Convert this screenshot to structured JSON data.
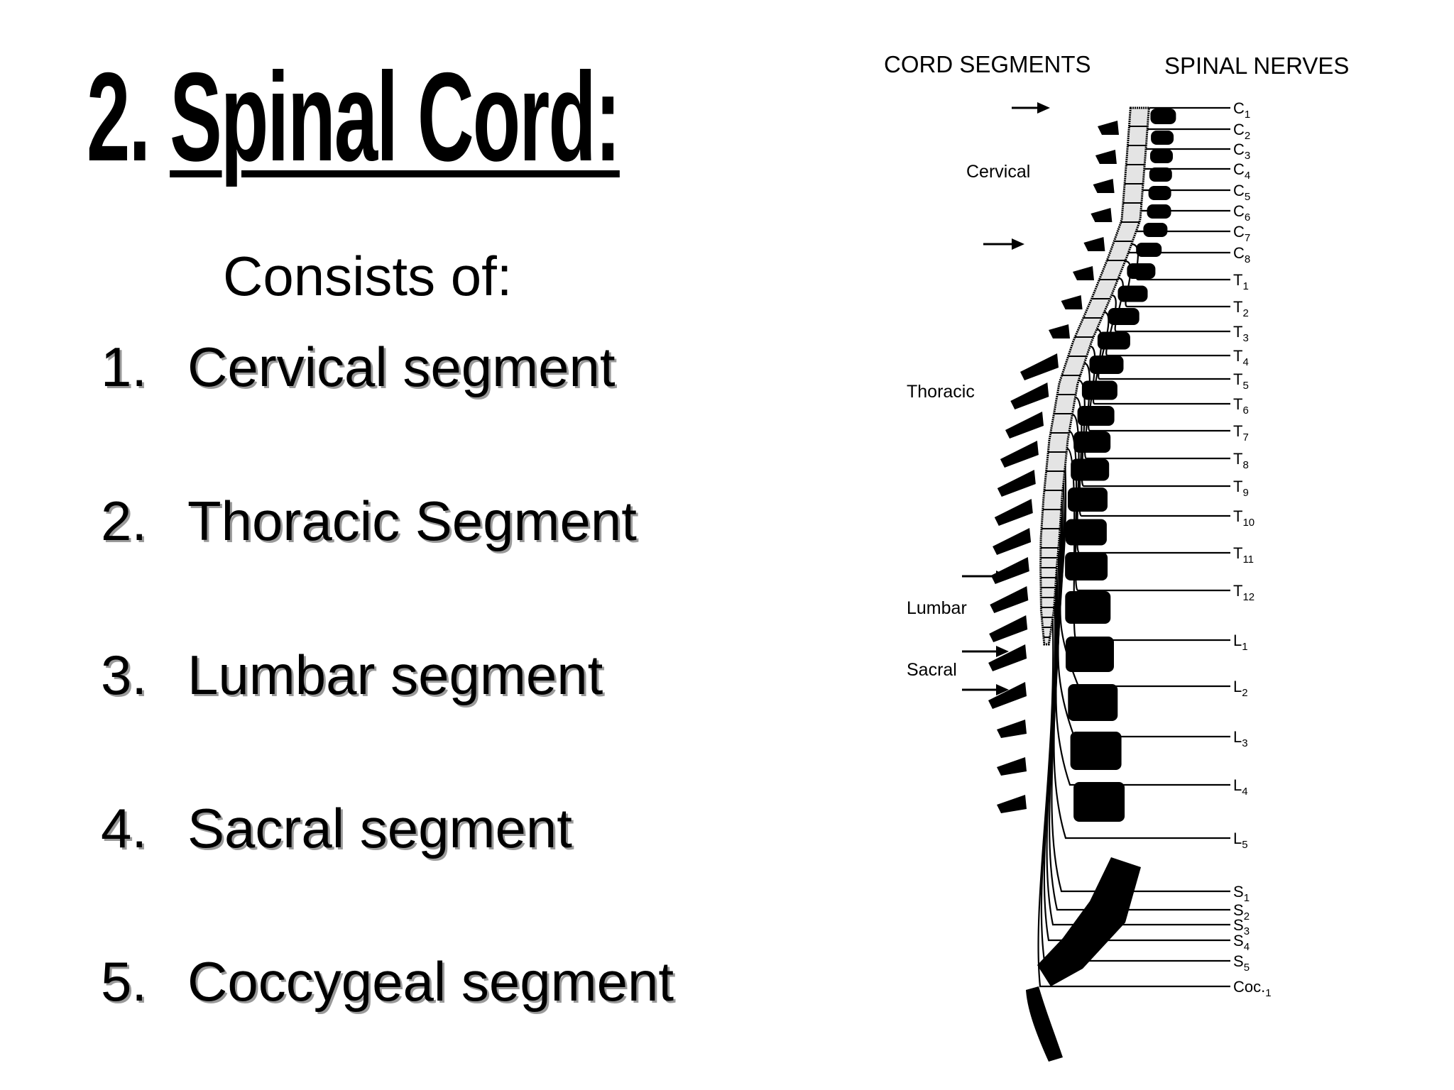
{
  "slide": {
    "title_number": "2.",
    "title_text": "Spinal Cord:",
    "subtitle": "Consists of:",
    "segments": [
      {
        "num": "1.",
        "label": "Cervical segment"
      },
      {
        "num": "2.",
        "label": "Thoracic Segment"
      },
      {
        "num": "3.",
        "label": "Lumbar segment"
      },
      {
        "num": "4.",
        "label": "Sacral segment"
      },
      {
        "num": "5.",
        "label": "Coccygeal segment"
      }
    ]
  },
  "diagram": {
    "headers": {
      "left": "CORD SEGMENTS",
      "right": "SPINAL NERVES"
    },
    "regions": [
      "Cervical",
      "Thoracic",
      "Lumbar",
      "Sacral"
    ],
    "nerves": [
      {
        "letter": "C",
        "sub": "1"
      },
      {
        "letter": "C",
        "sub": "2"
      },
      {
        "letter": "C",
        "sub": "3"
      },
      {
        "letter": "C",
        "sub": "4"
      },
      {
        "letter": "C",
        "sub": "5"
      },
      {
        "letter": "C",
        "sub": "6"
      },
      {
        "letter": "C",
        "sub": "7"
      },
      {
        "letter": "C",
        "sub": "8"
      },
      {
        "letter": "T",
        "sub": "1"
      },
      {
        "letter": "T",
        "sub": "2"
      },
      {
        "letter": "T",
        "sub": "3"
      },
      {
        "letter": "T",
        "sub": "4"
      },
      {
        "letter": "T",
        "sub": "5"
      },
      {
        "letter": "T",
        "sub": "6"
      },
      {
        "letter": "T",
        "sub": "7"
      },
      {
        "letter": "T",
        "sub": "8"
      },
      {
        "letter": "T",
        "sub": "9"
      },
      {
        "letter": "T",
        "sub": "10"
      },
      {
        "letter": "T",
        "sub": "11"
      },
      {
        "letter": "T",
        "sub": "12"
      },
      {
        "letter": "L",
        "sub": "1"
      },
      {
        "letter": "L",
        "sub": "2"
      },
      {
        "letter": "L",
        "sub": "3"
      },
      {
        "letter": "L",
        "sub": "4"
      },
      {
        "letter": "L",
        "sub": "5"
      },
      {
        "letter": "S",
        "sub": "1"
      },
      {
        "letter": "S",
        "sub": "2"
      },
      {
        "letter": "S",
        "sub": "3"
      },
      {
        "letter": "S",
        "sub": "4"
      },
      {
        "letter": "S",
        "sub": "5"
      },
      {
        "letter": "Coc.",
        "sub": "1"
      }
    ]
  }
}
